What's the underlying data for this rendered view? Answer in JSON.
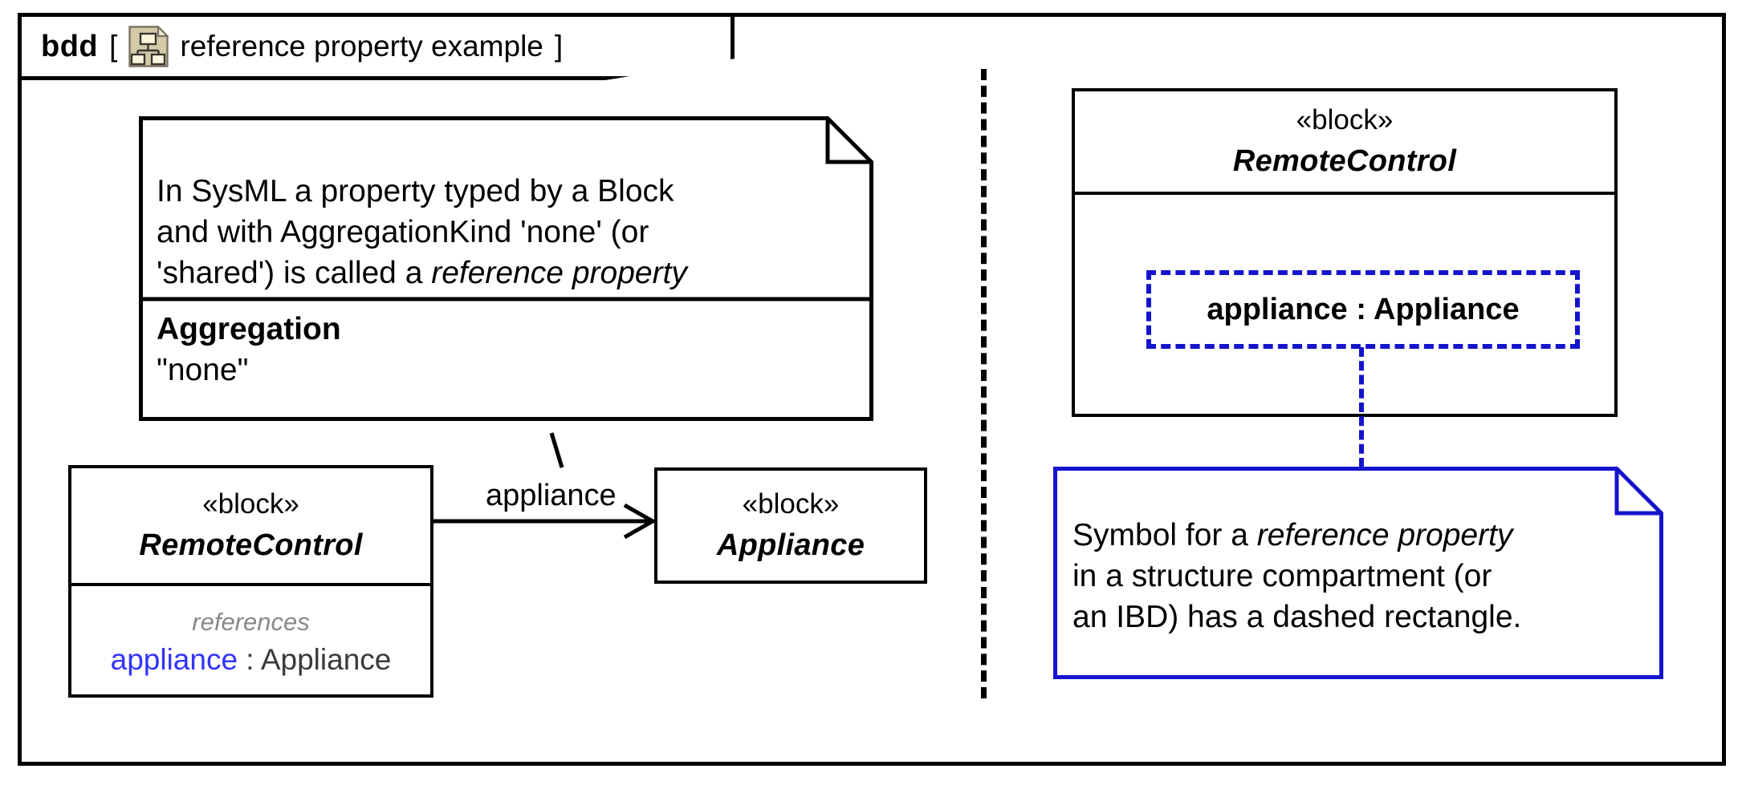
{
  "frame": {
    "kind": "bdd",
    "bracket_open": "[",
    "bracket_close": "]",
    "title": "reference property example",
    "icon": "bdd-diagram-icon"
  },
  "colors": {
    "blue_accent": "#1414cc",
    "blue_property_text": "#3333ff",
    "gray_compartment_label": "#888888",
    "icon_fill": "#d4c9a8",
    "icon_box_fill": "#faf5dc",
    "outline": "#000000"
  },
  "left_panel": {
    "note": {
      "name": "aggregation-note",
      "text_lines": [
        {
          "segments": [
            {
              "text": "In SysML a property typed by a Block",
              "style": "normal"
            }
          ]
        },
        {
          "segments": [
            {
              "text": "and with AggregationKind 'none' (or",
              "style": "normal"
            }
          ]
        },
        {
          "segments": [
            {
              "text": "'shared') is called a ",
              "style": "normal"
            },
            {
              "text": "reference property",
              "style": "italic"
            }
          ]
        }
      ],
      "compartment_title": "Aggregation",
      "compartment_value": "\"none\""
    },
    "block_remote_control": {
      "stereotype": "«block»",
      "name": "RemoteControl",
      "compartment_label": "references",
      "property_name": "appliance",
      "property_separator": " : ",
      "property_type": "Appliance"
    },
    "block_appliance": {
      "stereotype": "«block»",
      "name": "Appliance"
    },
    "association": {
      "label": "appliance",
      "arrow": "open-arrow-right"
    }
  },
  "right_panel": {
    "block_remote_control": {
      "stereotype": "«block»",
      "name": "RemoteControl",
      "reference_property": "appliance : Appliance"
    },
    "note": {
      "name": "reference-property-symbol-note",
      "text_lines": [
        {
          "segments": [
            {
              "text": "Symbol for a ",
              "style": "normal"
            },
            {
              "text": "reference property",
              "style": "italic"
            }
          ]
        },
        {
          "segments": [
            {
              "text": "in a structure compartment (or",
              "style": "normal"
            }
          ]
        },
        {
          "segments": [
            {
              "text": "an IBD) has a dashed rectangle.",
              "style": "normal"
            }
          ]
        }
      ]
    }
  }
}
